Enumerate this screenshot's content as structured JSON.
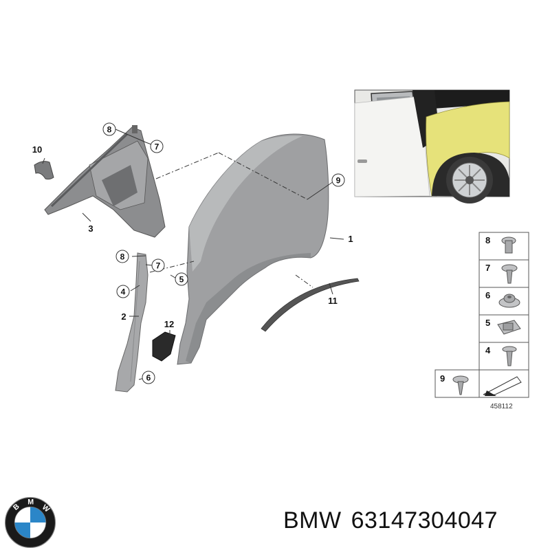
{
  "callouts": {
    "c8a": "8",
    "c7a": "7",
    "c9": "9",
    "c8b": "8",
    "c7b": "7",
    "c4": "4",
    "c5": "5",
    "c6": "6"
  },
  "labels": {
    "l10": "10",
    "l3": "3",
    "l1": "1",
    "l11": "11",
    "l2": "2",
    "l12": "12"
  },
  "legend_items": [
    "8",
    "7",
    "6",
    "5",
    "4",
    "9"
  ],
  "diagram_ref": "458112",
  "logo": {
    "letters": [
      "B",
      "M",
      "W"
    ],
    "colors": {
      "blue": "#2b86c8",
      "ring": "#1a1a1a"
    }
  },
  "caption": {
    "brand": "BMW",
    "part_number": "63147304047"
  }
}
